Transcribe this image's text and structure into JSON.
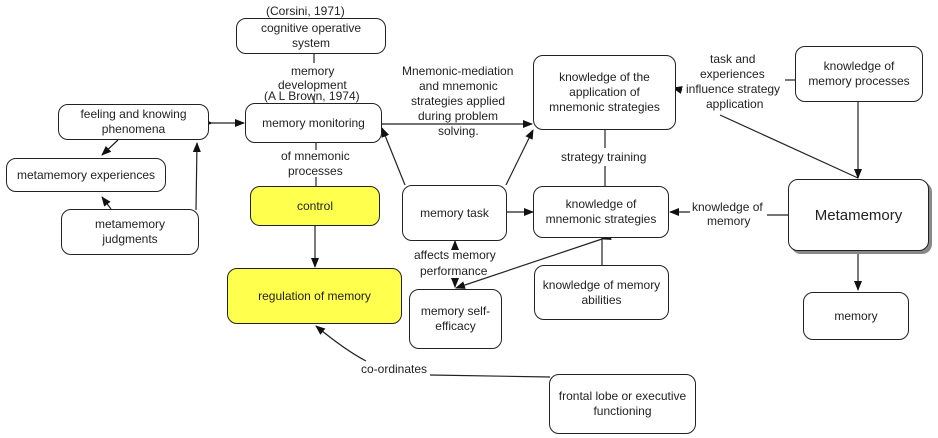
{
  "nodes": {
    "cognitive_operative_system": "cognitive operative system",
    "feeling_knowing": "feeling and knowing phenomena",
    "memory_monitoring": "memory monitoring",
    "knowledge_application": "knowledge of the application of mnemonic strategies",
    "knowledge_memory_processes": "knowledge of memory processes",
    "metamemory_experiences": "metamemory experiences",
    "metamemory_judgments": "metamemory judgments",
    "control": "control",
    "memory_task": "memory task",
    "knowledge_mnemonic_strategies": "knowledge of mnemonic strategies",
    "metamemory": "Metamemory",
    "regulation_of_memory": "regulation of memory",
    "memory_self_efficacy": "memory self-efficacy",
    "knowledge_memory_abilities": "knowledge of memory abilities",
    "memory": "memory",
    "frontal_lobe": "frontal lobe or executive functioning"
  },
  "labels": {
    "corsini": "(Corsini, 1971)",
    "memory_development_1": "memory",
    "memory_development_2": "development",
    "brown": "(A L Brown, 1974)",
    "mnemonic_mediation_1": "Mnemonic-mediation",
    "mnemonic_mediation_2": "and mnemonic",
    "mnemonic_mediation_3": "strategies applied",
    "mnemonic_mediation_4": "during problem",
    "mnemonic_mediation_5": "solving.",
    "task_exp_1": "task and",
    "task_exp_2": "experiences",
    "task_exp_3": "influence strategy",
    "task_exp_4": "application",
    "of_mnemonic_1": "of mnemonic",
    "of_mnemonic_2": "processes",
    "strategy_training": "strategy training",
    "knowledge_of_memory_1": "knowledge of",
    "knowledge_of_memory_2": "memory",
    "affects_1": "affects memory",
    "affects_2": "performance",
    "co_ordinates": "co-ordinates"
  },
  "colors": {
    "highlight": "#ffff4d",
    "border": "#222222"
  }
}
